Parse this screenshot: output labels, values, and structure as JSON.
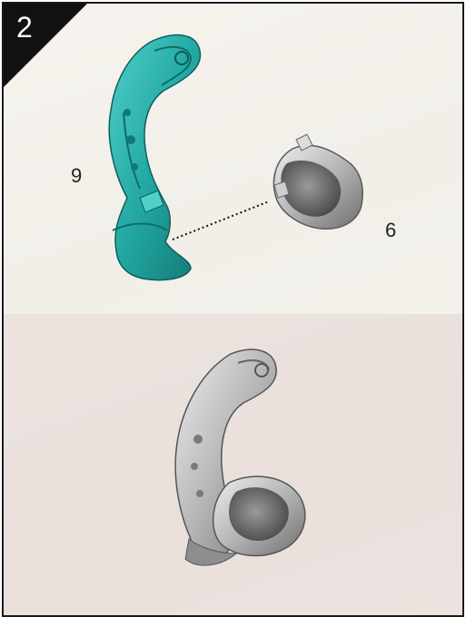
{
  "step": {
    "number": "2"
  },
  "parts": [
    {
      "label": "9",
      "color": "#2bb3ad"
    },
    {
      "label": "6",
      "color": "#a9a9a9"
    }
  ],
  "assembled_color": "#b9b9b9"
}
